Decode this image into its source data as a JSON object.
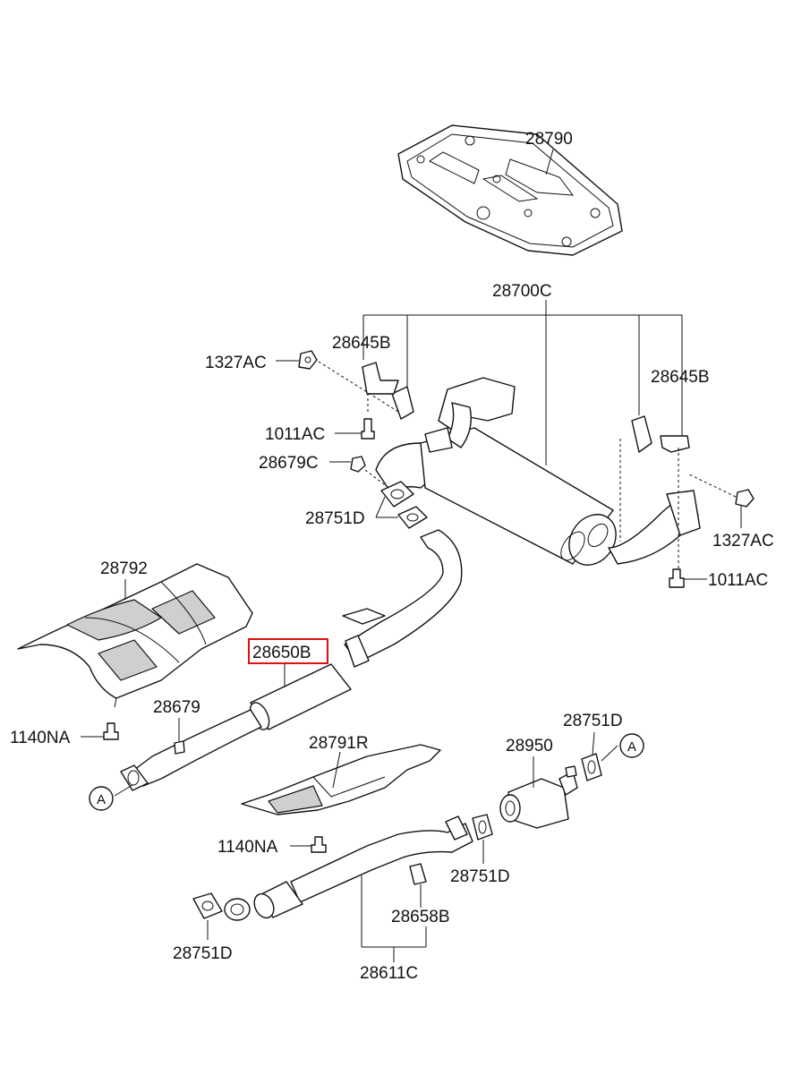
{
  "colors": {
    "line": "#111111",
    "highlight": "#e01010",
    "shade": "#cfcfcf"
  },
  "labels": {
    "p28790": "28790",
    "p28700C": "28700C",
    "p28645B_left": "28645B",
    "p28645B_right": "28645B",
    "p1327AC_left": "1327AC",
    "p1327AC_right": "1327AC",
    "p1011AC_left": "1011AC",
    "p1011AC_right": "1011AC",
    "p28679C": "28679C",
    "p28751D_a": "28751D",
    "p28792": "28792",
    "p28650B": "28650B",
    "p28679": "28679",
    "p1140NA_a": "1140NA",
    "p28791R": "28791R",
    "p1140NA_b": "1140NA",
    "p28950": "28950",
    "p28751D_b": "28751D",
    "p28751D_c": "28751D",
    "p28658B": "28658B",
    "p28751D_d": "28751D",
    "p28611C": "28611C",
    "circle_left": "A",
    "circle_right": "A"
  }
}
